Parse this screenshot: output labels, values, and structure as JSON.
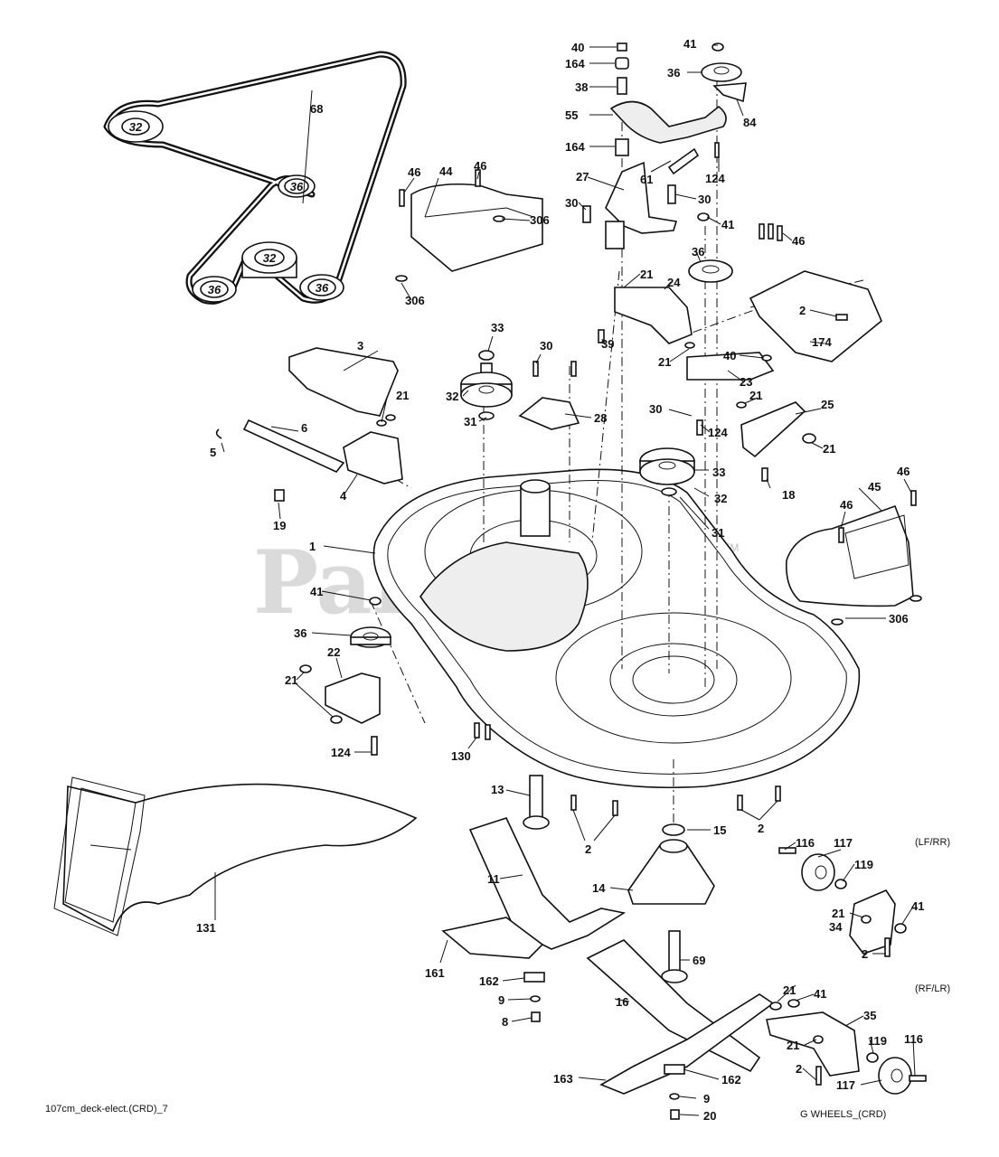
{
  "watermark": {
    "text": "PartsTree",
    "tm": "TM"
  },
  "footer": {
    "left": "107cm_deck-elect.(CRD)_7",
    "right": "G WHEELS_(CRD)"
  },
  "notes": {
    "lf_rr": "(LF/RR)",
    "rf_lr": "(RF/LR)"
  },
  "belt_pulleys": [
    "32",
    "36",
    "36",
    "32",
    "36"
  ],
  "callouts": {
    "c40a": "40",
    "c164a": "164",
    "c38": "38",
    "c41a": "41",
    "c36a": "36",
    "c84": "84",
    "c55": "55",
    "c164b": "164",
    "c124a": "124",
    "c61": "61",
    "c27": "27",
    "c30a": "30",
    "c30b": "30",
    "c41b": "41",
    "c36b": "36",
    "c46a": "46",
    "c21a": "21",
    "c24": "24",
    "c2a": "2",
    "c39": "39",
    "c174": "174",
    "c40b": "40",
    "c21b": "21",
    "c23": "23",
    "c68": "68",
    "c46b": "46",
    "c44": "44",
    "c46c": "46",
    "c306a": "306",
    "c306b": "306",
    "c3": "3",
    "c33a": "33",
    "c30c": "30",
    "c21c": "21",
    "c32a": "32",
    "c28": "28",
    "c6": "6",
    "c31a": "31",
    "c5": "5",
    "c4": "4",
    "c19": "19",
    "c30d": "30",
    "c124b": "124",
    "c21d": "21",
    "c25": "25",
    "c21e": "21",
    "c33b": "33",
    "c32b": "32",
    "c18": "18",
    "c31b": "31",
    "c46d": "46",
    "c46e": "46",
    "c45": "45",
    "c1": "1",
    "c41c": "41",
    "c36c": "36",
    "c306c": "306",
    "c22": "22",
    "c21f": "21",
    "c124c": "124",
    "c130": "130",
    "c13": "13",
    "c2b": "2",
    "c15": "15",
    "c2c": "2",
    "c116a": "116",
    "c117a": "117",
    "c119a": "119",
    "c11": "11",
    "c14": "14",
    "c21g": "21",
    "c34": "34",
    "c41d": "41",
    "c2d": "2",
    "c131": "131",
    "c69": "69",
    "c161": "161",
    "c162a": "162",
    "c9a": "9",
    "c8": "8",
    "c16": "16",
    "c21h": "21",
    "c41e": "41",
    "c35": "35",
    "c21i": "21",
    "c119b": "119",
    "c116b": "116",
    "c2e": "2",
    "c117b": "117",
    "c163": "163",
    "c162b": "162",
    "c9b": "9",
    "c20": "20"
  }
}
